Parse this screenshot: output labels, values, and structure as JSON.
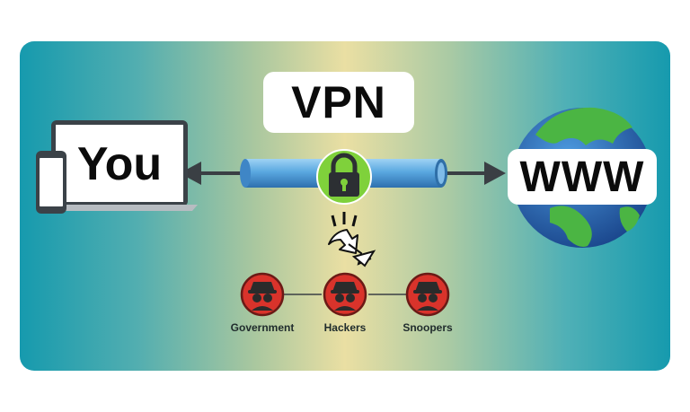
{
  "title": "VPN",
  "left_endpoint": {
    "label": "You",
    "icon": "laptop-phone-icon"
  },
  "right_endpoint": {
    "label": "WWW",
    "icon": "globe-icon"
  },
  "tunnel": {
    "icon": "padlock-icon"
  },
  "threats": [
    {
      "label": "Government",
      "icon": "spy-icon"
    },
    {
      "label": "Hackers",
      "icon": "spy-icon"
    },
    {
      "label": "Snoopers",
      "icon": "spy-icon"
    }
  ],
  "colors": {
    "panel_edge": "#169aae",
    "panel_center": "#eadfa3",
    "tunnel": "#5aa8e0",
    "lock": "#7fd13b",
    "threat": "#d9332b",
    "globe_ocean": "#1f5aa8",
    "globe_land": "#4bb543"
  }
}
